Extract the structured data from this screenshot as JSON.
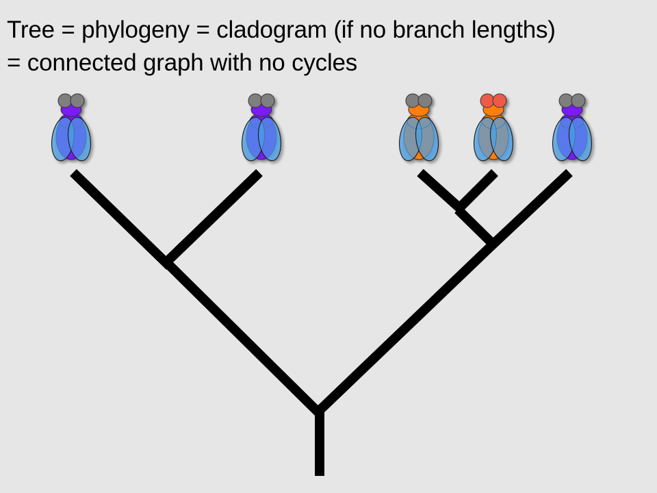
{
  "slide": {
    "title_line1": "Tree = phylogeny = cladogram (if no branch lengths)",
    "title_line2": "= connected graph with no cycles"
  },
  "colors": {
    "background": "#e6e6e6",
    "branch": "#000000",
    "purple_body": "#7a1bf5",
    "orange_body": "#ff7f0e",
    "grey_eye": "#7f7f7f",
    "red_eye": "#ee5a4a",
    "wing": "#4a9fe8"
  },
  "leaves": [
    {
      "body": "purple",
      "eyes": "grey"
    },
    {
      "body": "purple",
      "eyes": "grey"
    },
    {
      "body": "orange",
      "eyes": "grey"
    },
    {
      "body": "orange",
      "eyes": "red"
    },
    {
      "body": "purple",
      "eyes": "grey"
    }
  ]
}
